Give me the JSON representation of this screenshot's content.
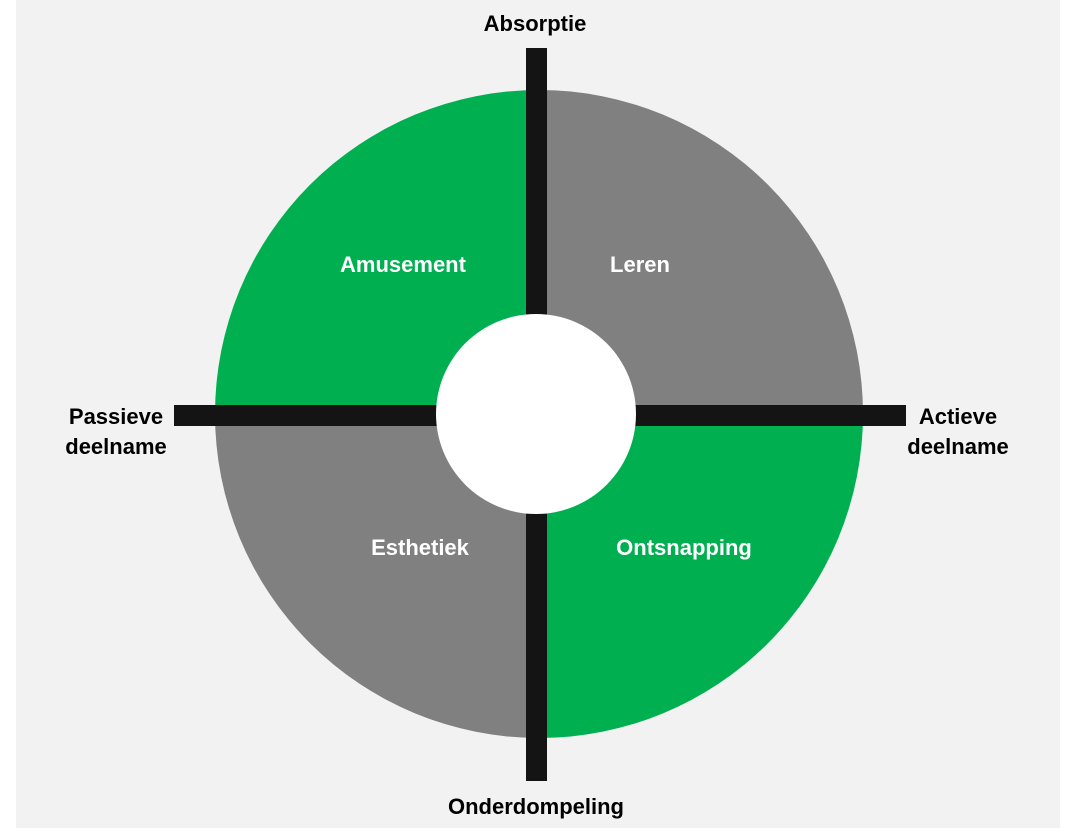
{
  "colors": {
    "green": "#00b050",
    "gray": "#808080",
    "axis": "#141414",
    "background": "#f2f2f2",
    "center": "#ffffff"
  },
  "quadrants": {
    "top_left": "Amusement",
    "top_right": "Leren",
    "bottom_left": "Esthetiek",
    "bottom_right": "Ontsnapping"
  },
  "axes": {
    "top": "Absorptie",
    "bottom": "Onderdompeling",
    "left": [
      "Passieve",
      "deelname"
    ],
    "right": [
      "Actieve",
      "deelname"
    ]
  }
}
